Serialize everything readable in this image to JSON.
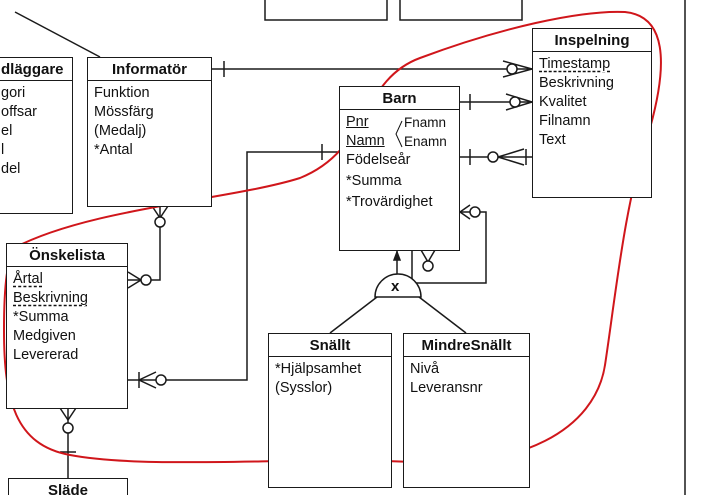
{
  "entities": {
    "utdelare": {
      "title": "dläggare",
      "attrs": [
        "gori",
        "offsar",
        "el",
        "l",
        "del"
      ]
    },
    "informator": {
      "title": "Informatör",
      "attrs": [
        "Funktion",
        "Mössfärg",
        "(Medalj)",
        "*Antal"
      ]
    },
    "barn": {
      "title": "Barn",
      "pnr": "Pnr",
      "namn": "Namn",
      "fnamn": "Fnamn",
      "enamn": "Enamn",
      "attrs": [
        "Födelseår",
        "*Summa",
        "*Trovärdighet"
      ]
    },
    "inspelning": {
      "title": "Inspelning",
      "key": "Timestamp",
      "attrs": [
        "Beskrivning",
        "Kvalitet",
        "Filnamn",
        "Text"
      ]
    },
    "onskelista": {
      "title": "Önskelista",
      "key": "Årtal",
      "key2": "Beskrivning",
      "attrs": [
        "*Summa",
        "Medgiven",
        "Levererad"
      ]
    },
    "snallt": {
      "title": "Snällt",
      "attrs": [
        "*Hjälpsamhet",
        "(Sysslor)"
      ]
    },
    "mindresnallt": {
      "title": "MindreSnällt",
      "attrs": [
        "Nivå",
        "Leveransnr"
      ]
    },
    "slade": {
      "title": "Släde"
    }
  },
  "disjoint_symbol": "x",
  "colors": {
    "line": "#1a1a1a",
    "annotation": "#d0161b",
    "background": "#ffffff"
  }
}
